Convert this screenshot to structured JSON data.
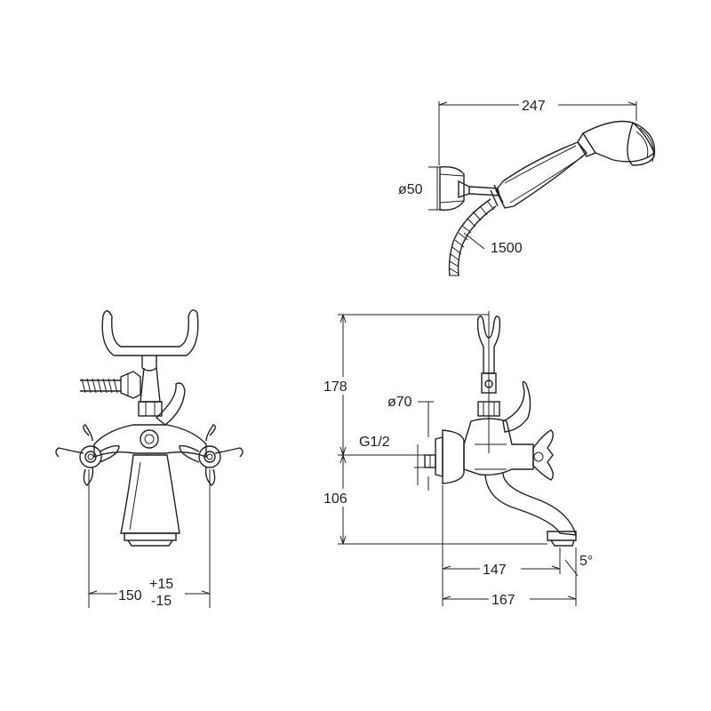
{
  "drawing": {
    "handshower": {
      "length_label": "247",
      "holder_diameter_label": "ø50",
      "hose_length_label": "1500"
    },
    "front_view": {
      "centers_label": "150",
      "tolerance_plus": "+15",
      "tolerance_minus": "-15"
    },
    "side_view": {
      "height_upper_label": "178",
      "height_lower_label": "106",
      "flange_diameter_label": "ø70",
      "thread_label": "G1/2",
      "spout_projection_label": "147",
      "total_projection_label": "167",
      "angle_label": "5°"
    }
  }
}
